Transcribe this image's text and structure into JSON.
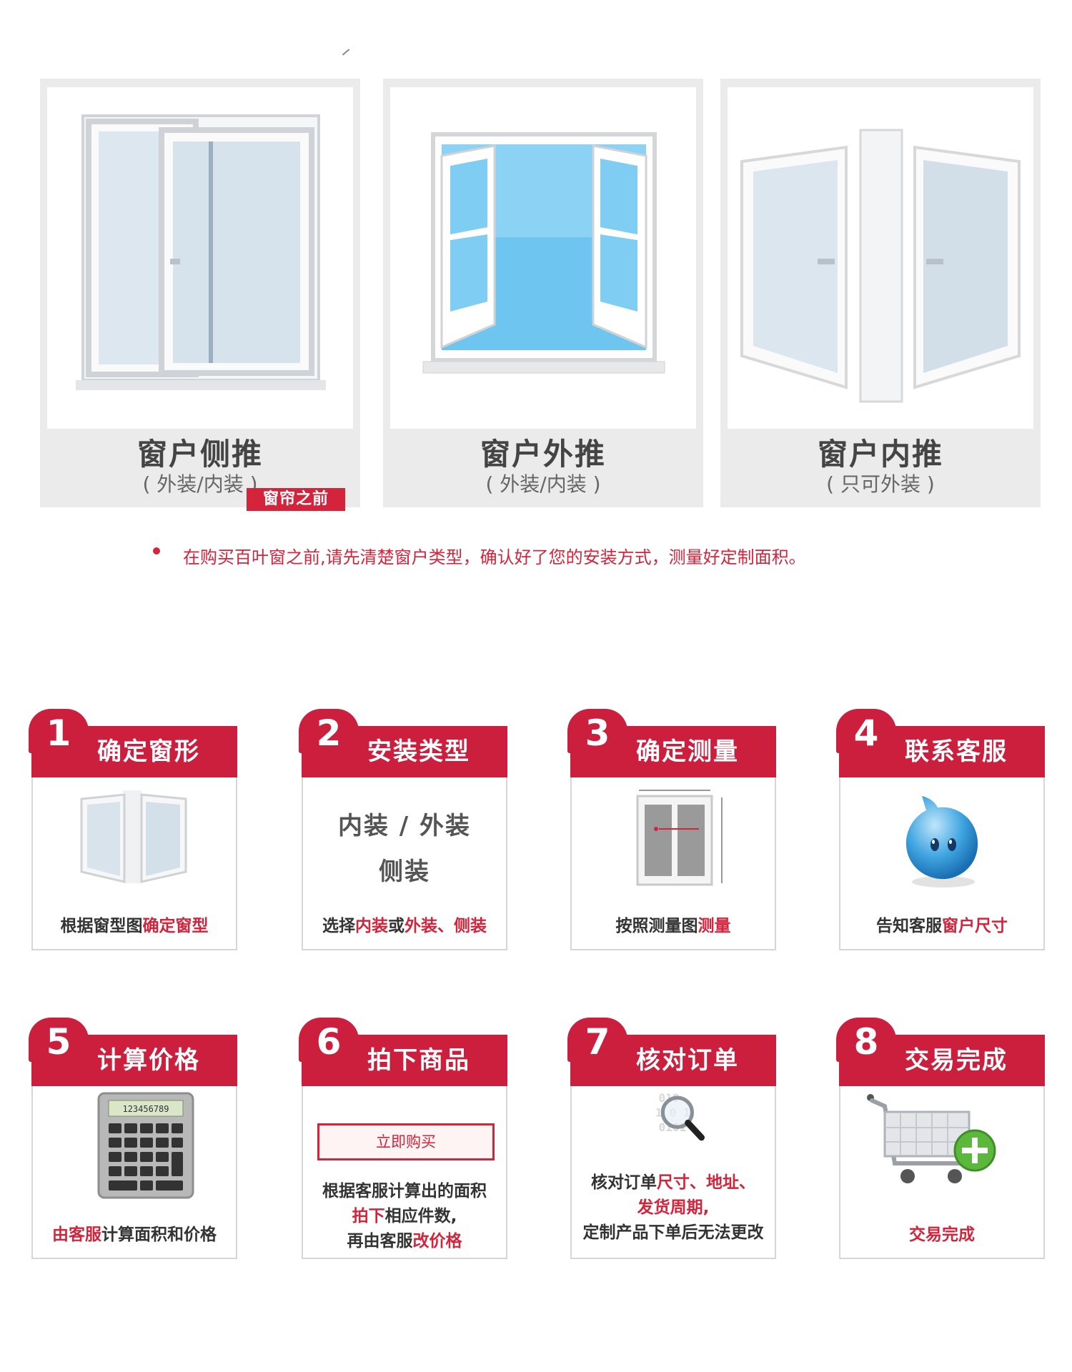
{
  "window_types": [
    {
      "title": "窗户侧推",
      "subtitle": "( 外装/内装 )"
    },
    {
      "title": "窗户外推",
      "subtitle": "( 外装/内装 )"
    },
    {
      "title": "窗户内推",
      "subtitle": "( 只可外装 )"
    }
  ],
  "tag": "窗帘之前",
  "notice": "在购买百叶窗之前,请先清楚窗户类型，确认好了您的安装方式，测量好定制面积。",
  "colors": {
    "accent": "#cc1f3d",
    "panel": "#ebebeb",
    "text_red": "#d4243c"
  },
  "steps": [
    {
      "num": "1",
      "title": "确定窗形",
      "cap_a": "根据窗型图",
      "cap_b": "确定窗型",
      "icon": "window-icon"
    },
    {
      "num": "2",
      "title": "安装类型",
      "line1": "内装 / 外装",
      "line2": "侧装",
      "cap_a": "选择",
      "cap_b": "内装",
      "cap_c": "或",
      "cap_d": "外装、侧装"
    },
    {
      "num": "3",
      "title": "确定测量",
      "cap_a": "按照测量图",
      "cap_b": "测量",
      "icon": "measure-diagram-icon"
    },
    {
      "num": "4",
      "title": "联系客服",
      "cap_a": "告知客服",
      "cap_b": "窗户尺寸",
      "icon": "chat-mascot-icon"
    },
    {
      "num": "5",
      "title": "计算价格",
      "cap_a": "由客服",
      "cap_b": "计算面积和价格",
      "calc_display": "123456789",
      "icon": "calculator-icon"
    },
    {
      "num": "6",
      "title": "拍下商品",
      "button": "立即购买",
      "l1": "根据客服计算出的面积",
      "l2a": "拍下",
      "l2b": "相应件数,",
      "l3a": "再由客服",
      "l3b": "改价格"
    },
    {
      "num": "7",
      "title": "核对订单",
      "l1a": "核对订单",
      "l1b": "尺寸、地址、",
      "l2": "发货周期,",
      "l3": "定制产品下单后无法更改",
      "icon": "magnifier-icon"
    },
    {
      "num": "8",
      "title": "交易完成",
      "cap": "交易完成",
      "icon": "cart-add-icon"
    }
  ]
}
